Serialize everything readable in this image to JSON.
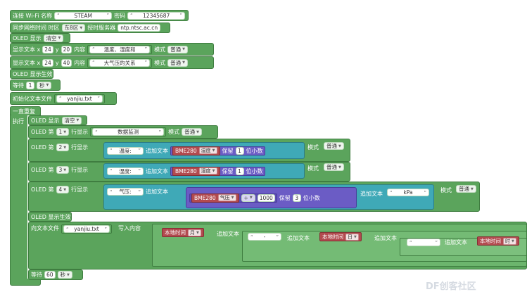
{
  "wifi": {
    "label": "连接 Wi-Fi 名称",
    "ssid": "STEAM",
    "pwd_label": "密码",
    "pwd": "12345687"
  },
  "ntp": {
    "label": "同步网络时间 时区",
    "tz": "东8区",
    "server_label": "授时服务器",
    "server": "ntp.ntsc.ac.cn"
  },
  "oled_clear1": {
    "label": "OLED 显示",
    "value": "清空"
  },
  "text1": {
    "label": "显示文本 x",
    "x": "24",
    "y_label": "y",
    "y": "20",
    "content_label": "内容",
    "content": "温度、湿度和",
    "mode_label": "模式",
    "mode": "普通"
  },
  "text2": {
    "label": "显示文本 x",
    "x": "24",
    "y_label": "y",
    "y": "40",
    "content_label": "内容",
    "content": "大气压的关系",
    "mode_label": "模式",
    "mode": "普通"
  },
  "oled_show1": {
    "label": "OLED 显示生效"
  },
  "wait1": {
    "label": "等待",
    "value": "1",
    "unit": "秒"
  },
  "init_file": {
    "label": "初始化文本文件",
    "file": "yanjiu.txt"
  },
  "loop": {
    "label": "一直重复",
    "do_label": "执行"
  },
  "oled_clear2": {
    "label": "OLED 显示",
    "value": "清空"
  },
  "line1": {
    "label": "OLED 第",
    "line": "1",
    "row_label": "行显示",
    "text": "数据监测",
    "mode_label": "模式",
    "mode": "普通"
  },
  "line2": {
    "label": "OLED 第",
    "line": "2",
    "row_label": "行显示",
    "text": "温度:",
    "append_label": "追加文本",
    "sensor": "BME280",
    "sensor_opt": "温度",
    "keep_label": "保留",
    "keep": "1",
    "digits_label": "位小数",
    "mode_label": "模式",
    "mode": "普通"
  },
  "line3": {
    "label": "OLED 第",
    "line": "3",
    "row_label": "行显示",
    "text": "湿度:",
    "append_label": "追加文本",
    "sensor": "BME280",
    "sensor_opt": "湿度",
    "keep_label": "保留",
    "keep": "1",
    "digits_label": "位小数",
    "mode_label": "模式",
    "mode": "普通"
  },
  "line4": {
    "label": "OLED 第",
    "line": "4",
    "row_label": "行显示",
    "text": "气压:",
    "append_label": "追加文本",
    "sensor": "BME280",
    "sensor_opt": "气压",
    "op": "÷",
    "divisor": "1000",
    "keep_label": "保留",
    "keep": "3",
    "digits_label": "位小数",
    "append2_label": "追加文本",
    "unit": "kPa",
    "mode_label": "模式",
    "mode": "普通"
  },
  "oled_show2": {
    "label": "OLED 显示生效"
  },
  "write": {
    "label": "向文本文件",
    "file": "yanjiu.txt",
    "write_label": "写入内容",
    "time1": "本地时间",
    "month": "月",
    "append_label": "追加文本",
    "sep1": "-",
    "time2": "本地时间",
    "day": "日",
    "sep2": "",
    "time3": "本地时间",
    "hour": "时"
  },
  "wait2": {
    "label": "等待",
    "value": "60",
    "unit": "秒"
  },
  "watermark": "DF创客社区"
}
